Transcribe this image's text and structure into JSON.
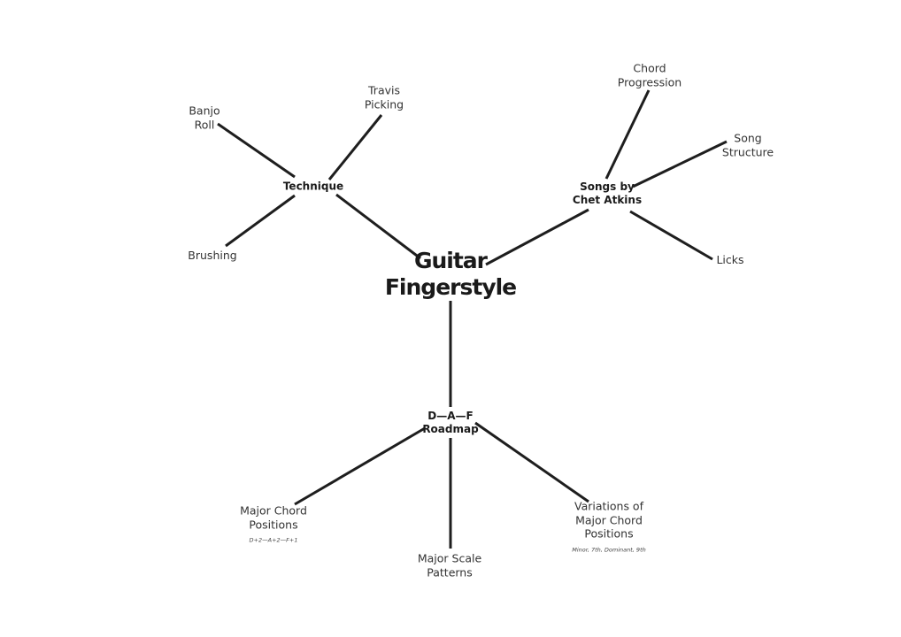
{
  "center": {
    "line1": "Guitar",
    "line2": "Fingerstyle"
  },
  "branches": {
    "technique": {
      "label": "Technique",
      "children": {
        "banjo_roll": {
          "line1": "Banjo",
          "line2": "Roll"
        },
        "travis_picking": {
          "line1": "Travis",
          "line2": "Picking"
        },
        "brushing": {
          "line1": "Brushing"
        }
      }
    },
    "songs": {
      "line1": "Songs by",
      "line2": "Chet Atkins",
      "children": {
        "chord_progression": {
          "line1": "Chord",
          "line2": "Progression"
        },
        "song_structure": {
          "line1": "Song",
          "line2": "Structure"
        },
        "licks": {
          "line1": "Licks"
        }
      }
    },
    "roadmap": {
      "line1": "D—A—F",
      "line2": "Roadmap",
      "children": {
        "major_chord_positions": {
          "line1": "Major Chord",
          "line2": "Positions",
          "note": "D+2—A+2—F+1"
        },
        "major_scale_patterns": {
          "line1": "Major Scale",
          "line2": "Patterns"
        },
        "variations": {
          "line1": "Variations of",
          "line2": "Major Chord",
          "line3": "Positions",
          "note": "Minor, 7th, Dominant, 9th"
        }
      }
    }
  }
}
